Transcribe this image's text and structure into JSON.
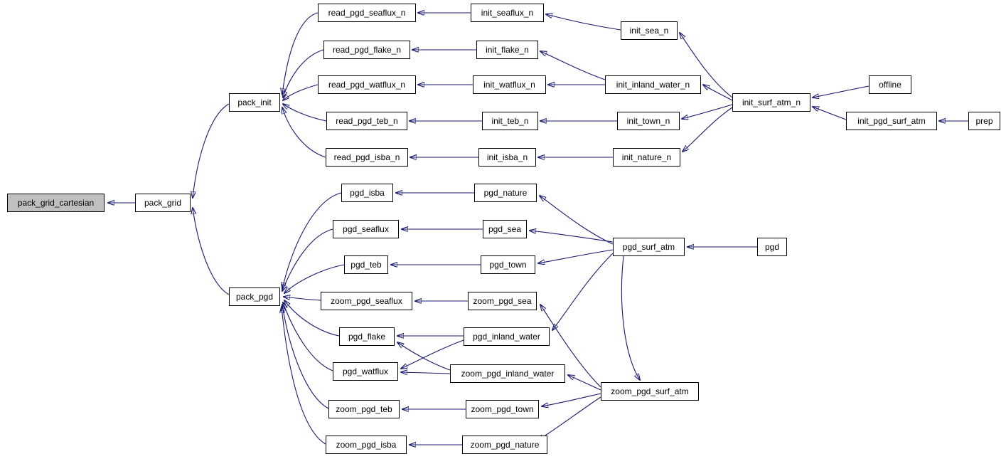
{
  "diagram": {
    "kind": "caller-graph",
    "highlighted_node": "pack_grid_cartesian",
    "colors": {
      "edge": "#191970",
      "node_border": "#000000",
      "node_fill": "#ffffff",
      "highlight_fill": "#bfbfbf",
      "text": "#000000",
      "background": "#ffffff"
    }
  },
  "nodes": {
    "pack_grid_cartesian": {
      "label": "pack_grid_cartesian"
    },
    "pack_grid": {
      "label": "pack_grid"
    },
    "pack_init": {
      "label": "pack_init"
    },
    "pack_pgd": {
      "label": "pack_pgd"
    },
    "read_pgd_seaflux_n": {
      "label": "read_pgd_seaflux_n"
    },
    "read_pgd_flake_n": {
      "label": "read_pgd_flake_n"
    },
    "read_pgd_watflux_n": {
      "label": "read_pgd_watflux_n"
    },
    "read_pgd_teb_n": {
      "label": "read_pgd_teb_n"
    },
    "read_pgd_isba_n": {
      "label": "read_pgd_isba_n"
    },
    "init_seaflux_n": {
      "label": "init_seaflux_n"
    },
    "init_flake_n": {
      "label": "init_flake_n"
    },
    "init_watflux_n": {
      "label": "init_watflux_n"
    },
    "init_teb_n": {
      "label": "init_teb_n"
    },
    "init_isba_n": {
      "label": "init_isba_n"
    },
    "init_sea_n": {
      "label": "init_sea_n"
    },
    "init_inland_water_n": {
      "label": "init_inland_water_n"
    },
    "init_town_n": {
      "label": "init_town_n"
    },
    "init_nature_n": {
      "label": "init_nature_n"
    },
    "init_surf_atm_n": {
      "label": "init_surf_atm_n"
    },
    "offline": {
      "label": "offline"
    },
    "init_pgd_surf_atm": {
      "label": "init_pgd_surf_atm"
    },
    "prep": {
      "label": "prep"
    },
    "pgd_isba": {
      "label": "pgd_isba"
    },
    "pgd_seaflux": {
      "label": "pgd_seaflux"
    },
    "pgd_teb": {
      "label": "pgd_teb"
    },
    "zoom_pgd_seaflux": {
      "label": "zoom_pgd_seaflux"
    },
    "pgd_flake": {
      "label": "pgd_flake"
    },
    "pgd_watflux": {
      "label": "pgd_watflux"
    },
    "zoom_pgd_teb": {
      "label": "zoom_pgd_teb"
    },
    "zoom_pgd_isba": {
      "label": "zoom_pgd_isba"
    },
    "pgd_nature": {
      "label": "pgd_nature"
    },
    "pgd_sea": {
      "label": "pgd_sea"
    },
    "pgd_town": {
      "label": "pgd_town"
    },
    "zoom_pgd_sea": {
      "label": "zoom_pgd_sea"
    },
    "pgd_inland_water": {
      "label": "pgd_inland_water"
    },
    "zoom_pgd_inland_water": {
      "label": "zoom_pgd_inland_water"
    },
    "zoom_pgd_town": {
      "label": "zoom_pgd_town"
    },
    "zoom_pgd_nature": {
      "label": "zoom_pgd_nature"
    },
    "pgd_surf_atm": {
      "label": "pgd_surf_atm"
    },
    "pgd": {
      "label": "pgd"
    },
    "zoom_pgd_surf_atm": {
      "label": "zoom_pgd_surf_atm"
    }
  },
  "edges": [
    {
      "from": "pack_grid",
      "to": "pack_grid_cartesian"
    },
    {
      "from": "pack_init",
      "to": "pack_grid"
    },
    {
      "from": "pack_pgd",
      "to": "pack_grid"
    },
    {
      "from": "read_pgd_seaflux_n",
      "to": "pack_init"
    },
    {
      "from": "read_pgd_flake_n",
      "to": "pack_init"
    },
    {
      "from": "read_pgd_watflux_n",
      "to": "pack_init"
    },
    {
      "from": "read_pgd_teb_n",
      "to": "pack_init"
    },
    {
      "from": "read_pgd_isba_n",
      "to": "pack_init"
    },
    {
      "from": "init_seaflux_n",
      "to": "read_pgd_seaflux_n"
    },
    {
      "from": "init_flake_n",
      "to": "read_pgd_flake_n"
    },
    {
      "from": "init_watflux_n",
      "to": "read_pgd_watflux_n"
    },
    {
      "from": "init_teb_n",
      "to": "read_pgd_teb_n"
    },
    {
      "from": "init_isba_n",
      "to": "read_pgd_isba_n"
    },
    {
      "from": "init_sea_n",
      "to": "init_seaflux_n"
    },
    {
      "from": "init_inland_water_n",
      "to": "init_flake_n"
    },
    {
      "from": "init_inland_water_n",
      "to": "init_watflux_n"
    },
    {
      "from": "init_town_n",
      "to": "init_teb_n"
    },
    {
      "from": "init_nature_n",
      "to": "init_isba_n"
    },
    {
      "from": "init_surf_atm_n",
      "to": "init_sea_n"
    },
    {
      "from": "init_surf_atm_n",
      "to": "init_inland_water_n"
    },
    {
      "from": "init_surf_atm_n",
      "to": "init_town_n"
    },
    {
      "from": "init_surf_atm_n",
      "to": "init_nature_n"
    },
    {
      "from": "offline",
      "to": "init_surf_atm_n"
    },
    {
      "from": "init_pgd_surf_atm",
      "to": "init_surf_atm_n"
    },
    {
      "from": "prep",
      "to": "init_pgd_surf_atm"
    },
    {
      "from": "pgd_isba",
      "to": "pack_pgd"
    },
    {
      "from": "pgd_seaflux",
      "to": "pack_pgd"
    },
    {
      "from": "pgd_teb",
      "to": "pack_pgd"
    },
    {
      "from": "zoom_pgd_seaflux",
      "to": "pack_pgd"
    },
    {
      "from": "pgd_flake",
      "to": "pack_pgd"
    },
    {
      "from": "pgd_watflux",
      "to": "pack_pgd"
    },
    {
      "from": "zoom_pgd_teb",
      "to": "pack_pgd"
    },
    {
      "from": "zoom_pgd_isba",
      "to": "pack_pgd"
    },
    {
      "from": "pgd_nature",
      "to": "pgd_isba"
    },
    {
      "from": "pgd_sea",
      "to": "pgd_seaflux"
    },
    {
      "from": "pgd_town",
      "to": "pgd_teb"
    },
    {
      "from": "zoom_pgd_sea",
      "to": "zoom_pgd_seaflux"
    },
    {
      "from": "pgd_inland_water",
      "to": "pgd_flake"
    },
    {
      "from": "pgd_inland_water",
      "to": "pgd_watflux"
    },
    {
      "from": "zoom_pgd_inland_water",
      "to": "pgd_flake"
    },
    {
      "from": "zoom_pgd_inland_water",
      "to": "pgd_watflux"
    },
    {
      "from": "zoom_pgd_town",
      "to": "zoom_pgd_teb"
    },
    {
      "from": "zoom_pgd_nature",
      "to": "zoom_pgd_isba"
    },
    {
      "from": "pgd_surf_atm",
      "to": "pgd_nature"
    },
    {
      "from": "pgd_surf_atm",
      "to": "pgd_sea"
    },
    {
      "from": "pgd_surf_atm",
      "to": "pgd_town"
    },
    {
      "from": "pgd_surf_atm",
      "to": "pgd_inland_water"
    },
    {
      "from": "pgd",
      "to": "pgd_surf_atm"
    },
    {
      "from": "pgd_surf_atm",
      "to": "zoom_pgd_surf_atm"
    },
    {
      "from": "zoom_pgd_surf_atm",
      "to": "zoom_pgd_sea"
    },
    {
      "from": "zoom_pgd_surf_atm",
      "to": "zoom_pgd_inland_water"
    },
    {
      "from": "zoom_pgd_surf_atm",
      "to": "zoom_pgd_town"
    },
    {
      "from": "zoom_pgd_surf_atm",
      "to": "zoom_pgd_nature"
    }
  ]
}
